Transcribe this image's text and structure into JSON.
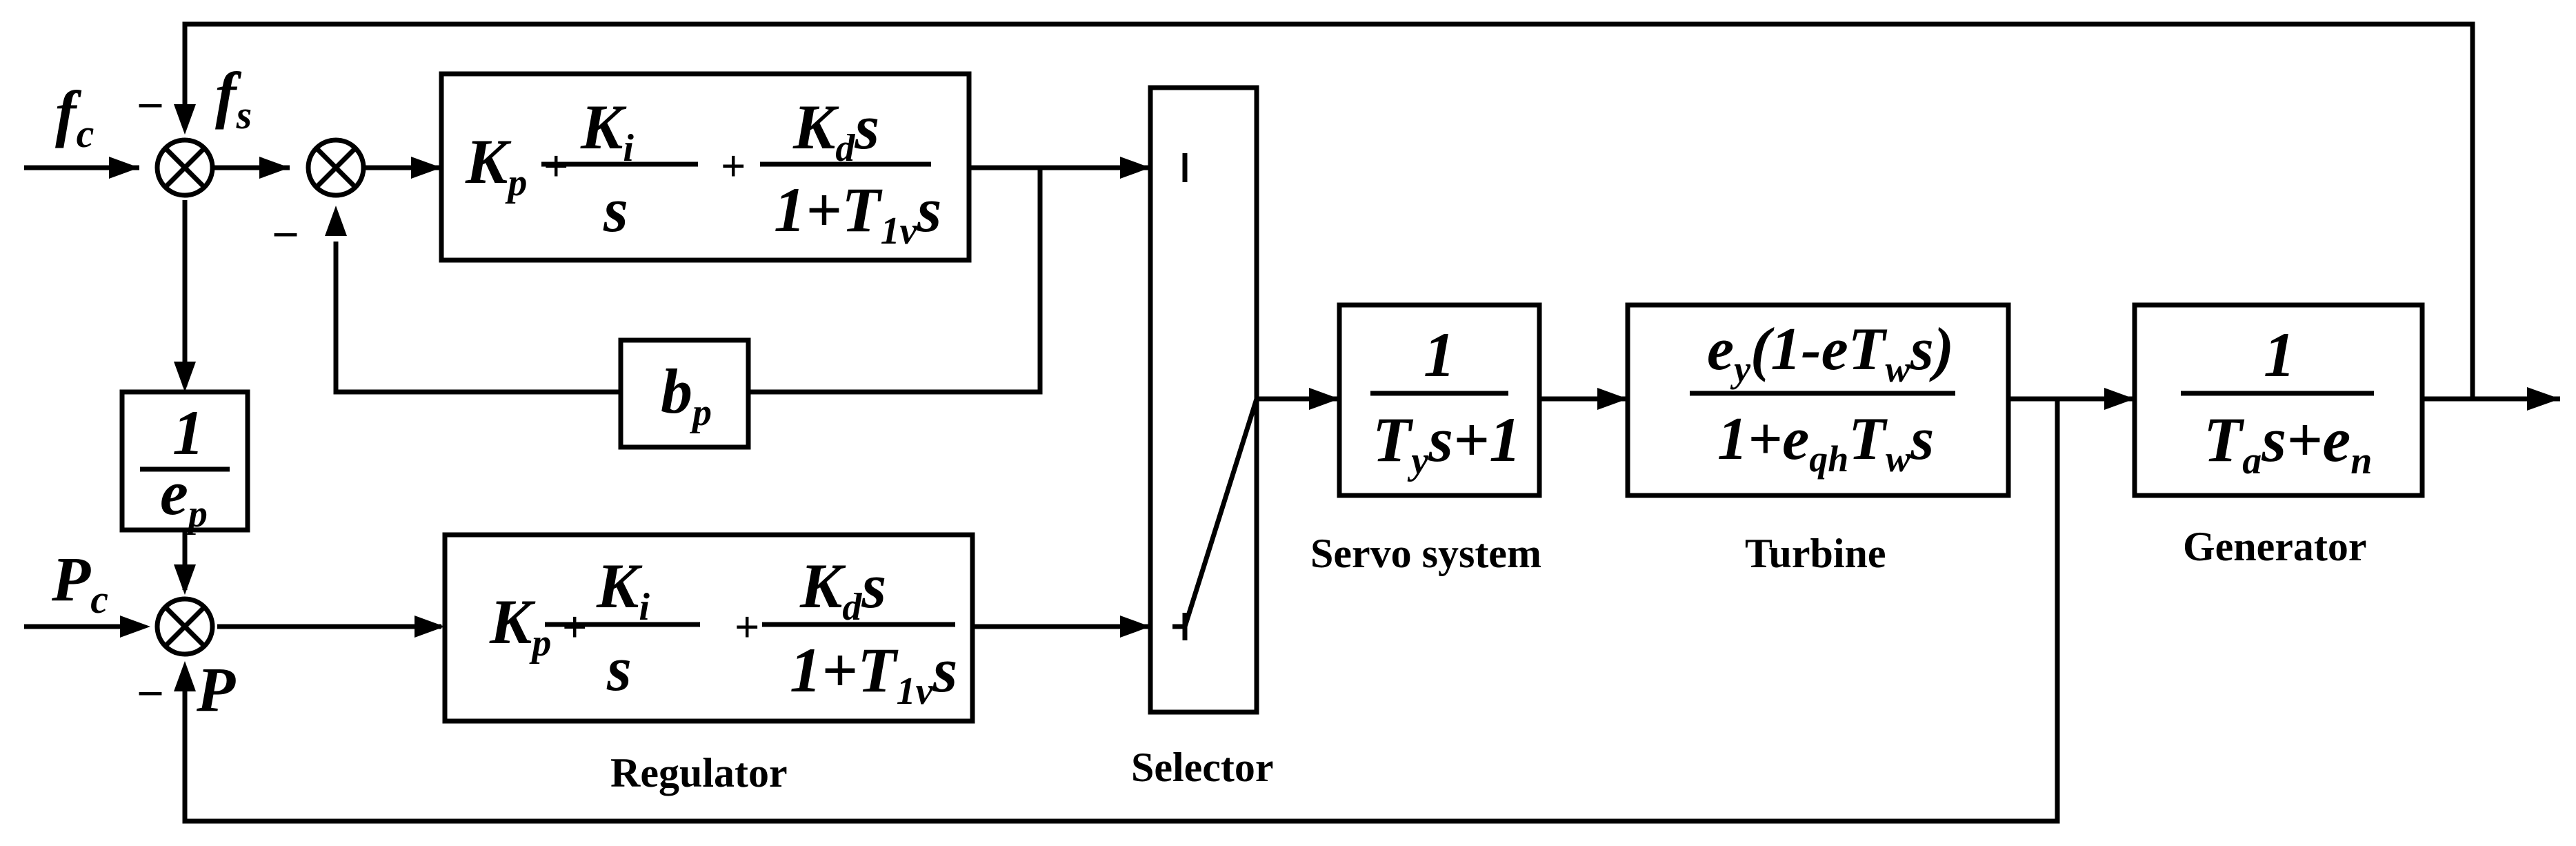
{
  "signals": {
    "fc": {
      "main": "f",
      "sub": "c"
    },
    "fs": {
      "main": "f",
      "sub": "s"
    },
    "pc": {
      "main": "P",
      "sub": "c"
    },
    "p": "P",
    "minus": "–",
    "times": "×"
  },
  "pid": {
    "kp": {
      "main": "K",
      "sub": "p"
    },
    "plus": "+",
    "ki": {
      "main": "K",
      "sub": "i"
    },
    "s": "s",
    "kd": {
      "main": "K",
      "sub": "d",
      "tail": "s"
    },
    "denom": {
      "pre": "1+T",
      "sub": "1v",
      "tail": "s"
    }
  },
  "bp": {
    "main": "b",
    "sub": "p"
  },
  "ep_block": {
    "num": "1",
    "den": {
      "main": "e",
      "sub": "p"
    }
  },
  "servo": {
    "num": "1",
    "den": {
      "main": "T",
      "sub": "y",
      "tail": "s+1"
    },
    "label": "Servo system"
  },
  "turbine": {
    "num": {
      "a": "e",
      "a_sub": "y",
      "b": "(1-eT",
      "b_sub": "w",
      "c": "s)"
    },
    "den": {
      "a": "1+e",
      "a_sub": "qh",
      "b": "T",
      "b_sub": "w",
      "c": "s"
    },
    "label": "Turbine"
  },
  "generator": {
    "num": "1",
    "den": {
      "a": "T",
      "a_sub": "a",
      "b": "s+e",
      "b_sub": "n"
    },
    "label": "Generator"
  },
  "labels": {
    "regulator": "Regulator",
    "selector": "Selector"
  }
}
